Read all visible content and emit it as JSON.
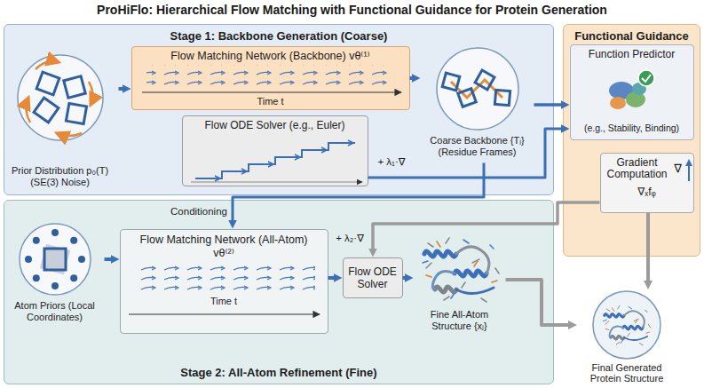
{
  "diagram": {
    "title": "ProHiFlo: Hierarchical Flow Matching with Functional Guidance for Protein Generation",
    "nodes": [
      {
        "text": [
          "Stage 1: Backbone Generation (Coarse)"
        ]
      },
      {
        "text": [
          "Prior Distribution p₀(T) (SE(3) Noise)"
        ],
        "in": 0
      },
      {
        "text": [
          "Flow Matching Network (Backbone) vθ⁽¹⁾",
          "Time t"
        ],
        "in": 0
      },
      {
        "text": [
          "Flow ODE Solver (e.g., Euler)"
        ],
        "in": 0
      },
      {
        "text": [
          "Coarse Backbone {Tᵢ} (Residue Frames)"
        ],
        "in": 0
      },
      {
        "text": [
          "Functional Guidance"
        ]
      },
      {
        "text": [
          "Function Predictor",
          "(e.g., Stability, Binding)"
        ],
        "in": 5
      },
      {
        "text": [
          "Gradient Computation",
          "∇",
          "∇ₓfᵩ"
        ],
        "in": 5
      },
      {
        "text": [
          "Stage 2: All-Atom Refinement (Fine)"
        ]
      },
      {
        "text": [
          "Atom Priors (Local Coordinates)"
        ],
        "in": 8
      },
      {
        "text": [
          "Flow Matching Network (All-Atom) vθ⁽²⁾",
          "Time t"
        ],
        "in": 8
      },
      {
        "text": [
          "Flow ODE Solver"
        ],
        "in": 8
      },
      {
        "text": [
          "Fine All-Atom Structure {xⱼ}"
        ],
        "in": 8
      },
      {
        "text": [
          "Final Generated Protein Structure"
        ]
      }
    ],
    "edges": [
      {
        "from": 1,
        "to": 2,
        "arrow": "to"
      },
      {
        "from": 2,
        "to": 4,
        "arrow": "to"
      },
      {
        "from": 4,
        "to": 6,
        "arrow": "to"
      },
      {
        "from": 3,
        "to": 6,
        "arrow": "to",
        "label": "+ λ₁·∇"
      },
      {
        "from": 4,
        "to": 10,
        "arrow": "to",
        "label": "Conditioning"
      },
      {
        "from": 7,
        "to": 11,
        "arrow": "to",
        "label": "+ λ₂·∇"
      },
      {
        "from": 9,
        "to": 10,
        "arrow": "to"
      },
      {
        "from": 10,
        "to": 11,
        "arrow": "to"
      },
      {
        "from": 11,
        "to": 12,
        "arrow": "to"
      },
      {
        "from": 12,
        "to": 13,
        "arrow": "to"
      },
      {
        "from": 7,
        "to": 13,
        "arrow": "to"
      }
    ]
  }
}
